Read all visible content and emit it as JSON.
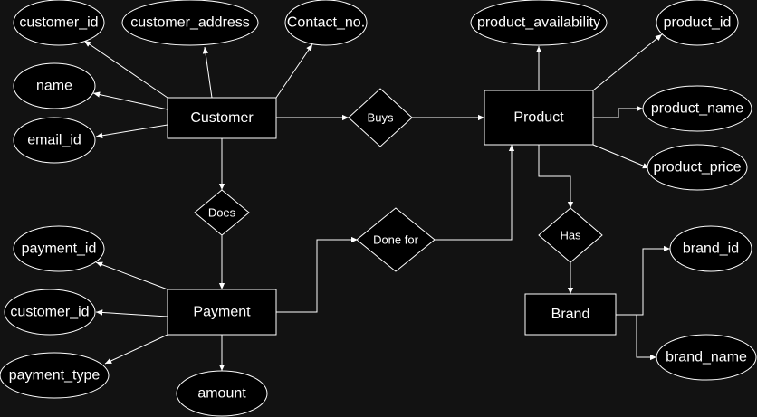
{
  "colors": {
    "background": "#121212",
    "shape_fill": "#000000",
    "stroke": "#ffffff",
    "text": "#ffffff"
  },
  "entities": {
    "customer": "Customer",
    "product": "Product",
    "payment": "Payment",
    "brand": "Brand"
  },
  "relationships": {
    "buys": "Buys",
    "does": "Does",
    "done_for": "Done for",
    "has": "Has"
  },
  "attributes": {
    "customer_id": "customer_id",
    "customer_address": "customer_address",
    "contact_no": "Contact_no.",
    "name": "name",
    "email_id": "email_id",
    "product_availability": "product_availability",
    "product_id": "product_id",
    "product_name": "product_name",
    "product_price": "product_price",
    "payment_id": "payment_id",
    "payment_customer_id": "customer_id",
    "payment_type": "payment_type",
    "amount": "amount",
    "brand_id": "brand_id",
    "brand_name": "brand_name"
  }
}
